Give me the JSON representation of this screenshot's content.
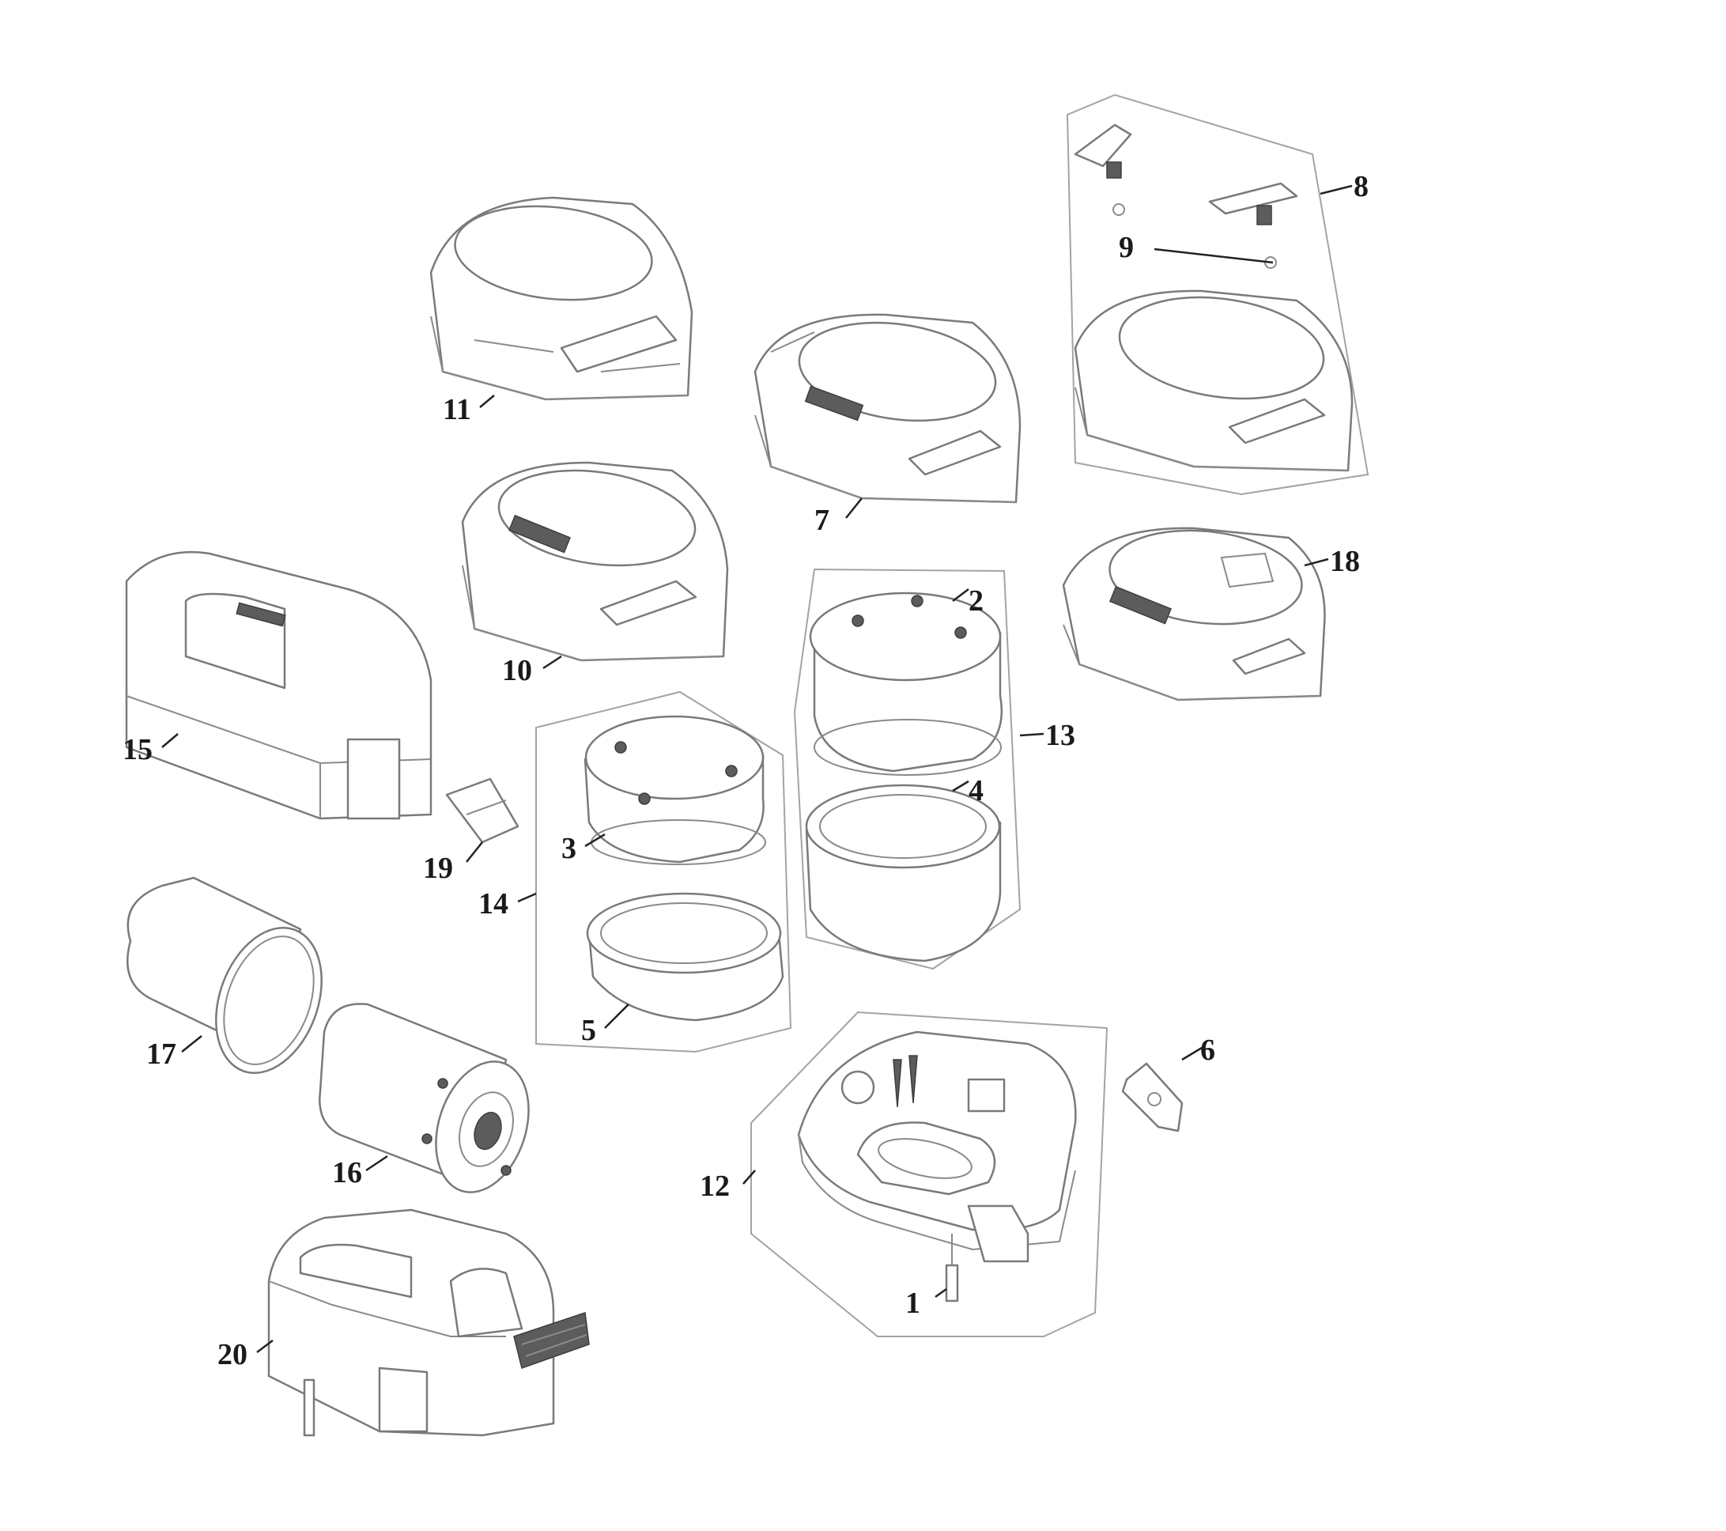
{
  "callouts": {
    "c1": "1",
    "c2": "2",
    "c3": "3",
    "c4": "4",
    "c5": "5",
    "c6": "6",
    "c7": "7",
    "c8": "8",
    "c9": "9",
    "c10": "10",
    "c11": "11",
    "c12": "12",
    "c13": "13",
    "c14": "14",
    "c15": "15",
    "c16": "16",
    "c17": "17",
    "c18": "18",
    "c19": "19",
    "c20": "20"
  },
  "colors": {
    "outline": "#7a7a7a",
    "group_boundary": "#a3a3a3",
    "label_text": "#1a1a1a"
  }
}
